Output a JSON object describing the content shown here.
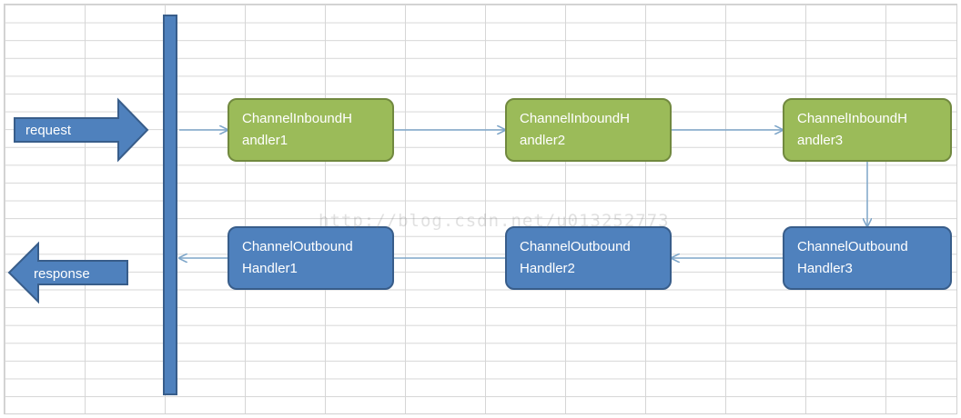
{
  "io": {
    "request_label": "request",
    "response_label": "response"
  },
  "inbound": [
    {
      "line1": "ChannelInboundH",
      "line2": "andler1"
    },
    {
      "line1": "ChannelInboundH",
      "line2": "andler2"
    },
    {
      "line1": "ChannelInboundH",
      "line2": "andler3"
    }
  ],
  "outbound": [
    {
      "line1": "ChannelOutbound",
      "line2": "Handler1"
    },
    {
      "line1": "ChannelOutbound",
      "line2": "Handler2"
    },
    {
      "line1": "ChannelOutbound",
      "line2": "Handler3"
    }
  ],
  "watermark": "http://blog.csdn.net/u013252773",
  "colors": {
    "inbound_fill": "#9bbb59",
    "outbound_fill": "#4f81bd",
    "connector": "#7ea6c9"
  }
}
